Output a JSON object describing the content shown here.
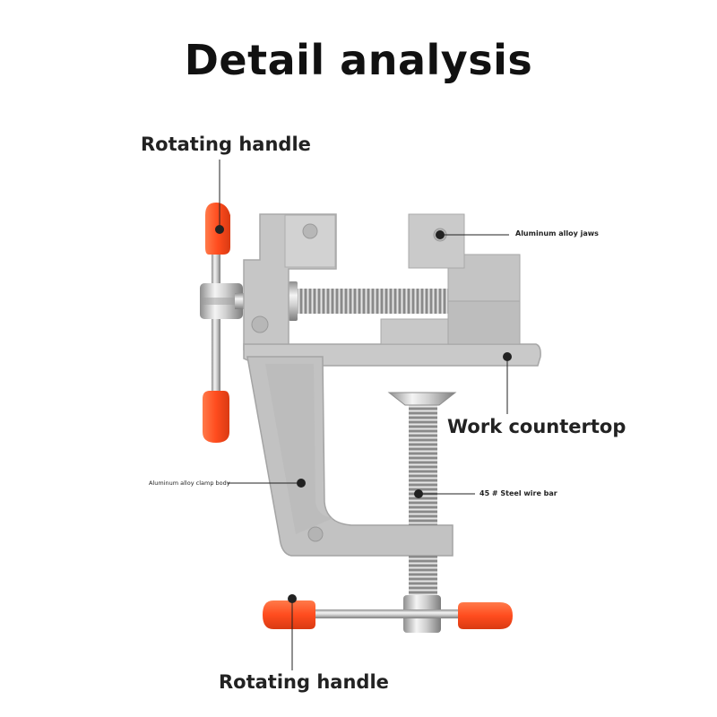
{
  "title": "Detail analysis",
  "labels": {
    "handle_top": "Rotating handle",
    "jaws": "Aluminum alloy jaws",
    "countertop": "Work countertop",
    "clamp_body": "Aluminum alloy clamp body",
    "steel_bar": "45 # Steel wire bar",
    "handle_bottom": "Rotating handle"
  },
  "colors": {
    "background": "#ffffff",
    "title": "#111111",
    "body": "#c2c2c2",
    "handle_cap": "#ff5a2e",
    "leader": "#222222"
  }
}
